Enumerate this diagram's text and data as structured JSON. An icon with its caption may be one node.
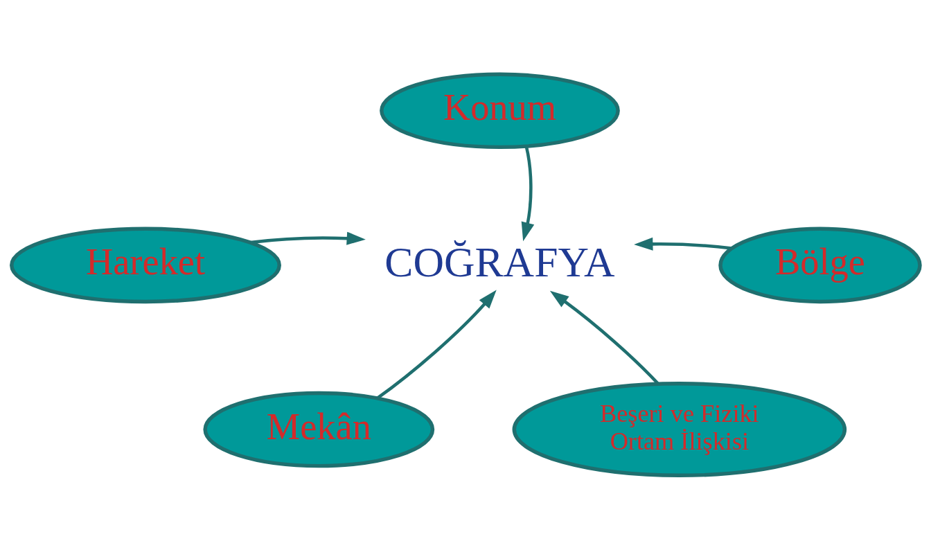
{
  "diagram": {
    "nodes": [
      {
        "text": [
          "Konum"
        ]
      },
      {
        "text": [
          "Hareket"
        ]
      },
      {
        "text": [
          "COĞRAFYA"
        ]
      },
      {
        "text": [
          "Bölge"
        ]
      },
      {
        "text": [
          "Mekân"
        ]
      },
      {
        "text": [
          "Beşeri ve Fiziki Ortam İlişkisi"
        ]
      }
    ],
    "edges": [
      {
        "from": 0,
        "to": 2,
        "arrow": "to"
      },
      {
        "from": 1,
        "to": 2,
        "arrow": "to"
      },
      {
        "from": 3,
        "to": 2,
        "arrow": "to"
      },
      {
        "from": 4,
        "to": 2,
        "arrow": "to"
      },
      {
        "from": 5,
        "to": 2,
        "arrow": "to"
      }
    ]
  }
}
